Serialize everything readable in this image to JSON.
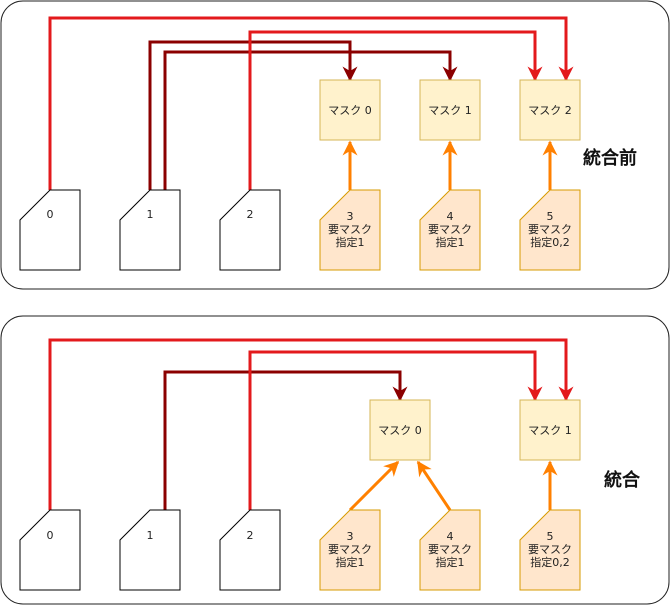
{
  "colors": {
    "red": "#e31a1c",
    "dark_red": "#8b0000",
    "orange": "#ff8000",
    "mask_fill": "#fff2cc",
    "mask_stroke": "#d6b656",
    "req_fill": "#ffe6cc",
    "req_stroke": "#d79b00",
    "doc_stroke": "#000000",
    "panel_stroke": "#222222"
  },
  "panels": [
    {
      "title": "統合前",
      "pages": [
        {
          "label": "0"
        },
        {
          "label": "1"
        },
        {
          "label": "2"
        }
      ],
      "masks": [
        {
          "label": "マスク 0"
        },
        {
          "label": "マスク 1"
        },
        {
          "label": "マスク 2"
        }
      ],
      "requests": [
        {
          "lines": [
            "3",
            "要マスク",
            "指定1"
          ]
        },
        {
          "lines": [
            "4",
            "要マスク",
            "指定1"
          ]
        },
        {
          "lines": [
            "5",
            "要マスク",
            "指定0,2"
          ]
        }
      ]
    },
    {
      "title": "統合",
      "pages": [
        {
          "label": "0"
        },
        {
          "label": "1"
        },
        {
          "label": "2"
        }
      ],
      "masks": [
        {
          "label": "マスク 0"
        },
        {
          "label": "マスク 1"
        }
      ],
      "requests": [
        {
          "lines": [
            "3",
            "要マスク",
            "指定1"
          ]
        },
        {
          "lines": [
            "4",
            "要マスク",
            "指定1"
          ]
        },
        {
          "lines": [
            "5",
            "要マスク",
            "指定0,2"
          ]
        }
      ]
    }
  ]
}
